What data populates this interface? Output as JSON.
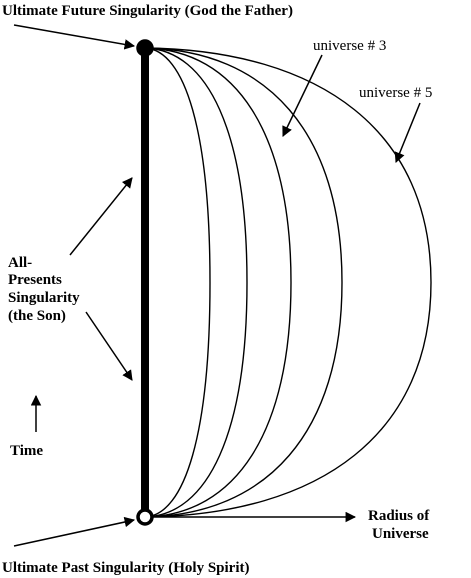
{
  "labels": {
    "future": "Ultimate Future Singularity (God the Father)",
    "past": "Ultimate Past Singularity (Holy Spirit)",
    "presents_line1": "All-",
    "presents_line2": "Presents",
    "presents_line3": "Singularity",
    "presents_line4": "(the Son)",
    "time": "Time",
    "radius_line1": "Radius of",
    "radius_line2": "Universe",
    "universe3": "universe # 3",
    "universe5": "universe # 5"
  },
  "universe_count": 5,
  "colors": {
    "ink": "#000000",
    "background": "#ffffff"
  }
}
